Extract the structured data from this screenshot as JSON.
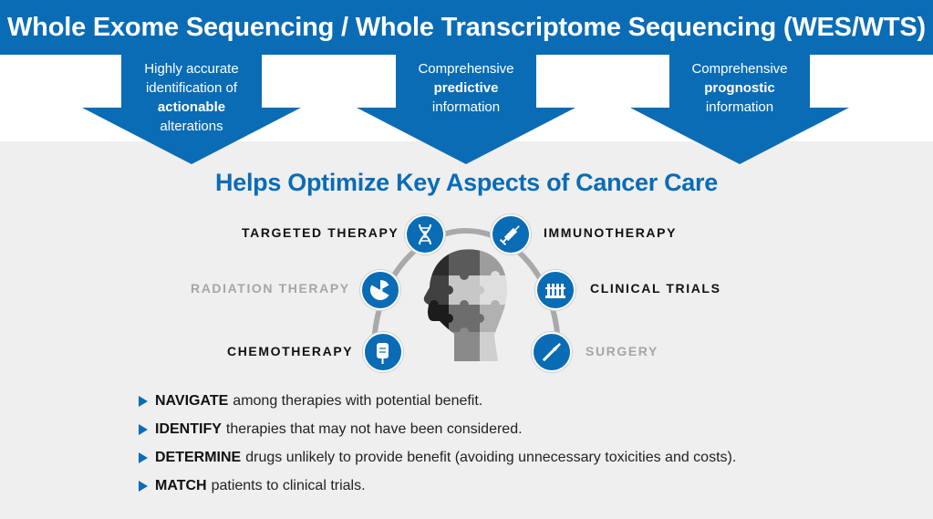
{
  "header": {
    "title": "Whole Exome Sequencing / Whole Transcriptome Sequencing (WES/WTS)"
  },
  "arrows": [
    {
      "lines": [
        "Highly accurate",
        "identification of"
      ],
      "bold": "actionable",
      "after": [
        "alterations"
      ]
    },
    {
      "lines": [
        "Comprehensive"
      ],
      "bold": "predictive",
      "after": [
        "information"
      ]
    },
    {
      "lines": [
        "Comprehensive"
      ],
      "bold": "prognostic",
      "after": [
        "information"
      ]
    }
  ],
  "subtitle": "Helps Optimize Key Aspects of Cancer Care",
  "therapies": {
    "targeted": "TARGETED THERAPY",
    "immuno": "IMMUNOTHERAPY",
    "radiation": "RADIATION THERAPY",
    "clinical": "CLINICAL TRIALS",
    "chemo": "CHEMOTHERAPY",
    "surgery": "SURGERY"
  },
  "icons": {
    "targeted": "dna-icon",
    "immuno": "syringe-icon",
    "radiation": "radiation-icon",
    "clinical": "test-tubes-icon",
    "chemo": "iv-bag-icon",
    "surgery": "scalpel-icon",
    "center": "puzzle-head-icon"
  },
  "colors": {
    "brand_blue": "#0a6cb5",
    "muted_gray": "#a6a6a6",
    "panel_gray": "#efefef"
  },
  "bullets": [
    {
      "keyword": "NAVIGATE",
      "text": "among therapies with potential benefit."
    },
    {
      "keyword": "IDENTIFY",
      "text": "therapies that may not have been considered."
    },
    {
      "keyword": "DETERMINE",
      "text": "drugs unlikely to provide benefit (avoiding unnecessary toxicities and costs)."
    },
    {
      "keyword": "MATCH",
      "text": "patients to clinical trials."
    }
  ]
}
